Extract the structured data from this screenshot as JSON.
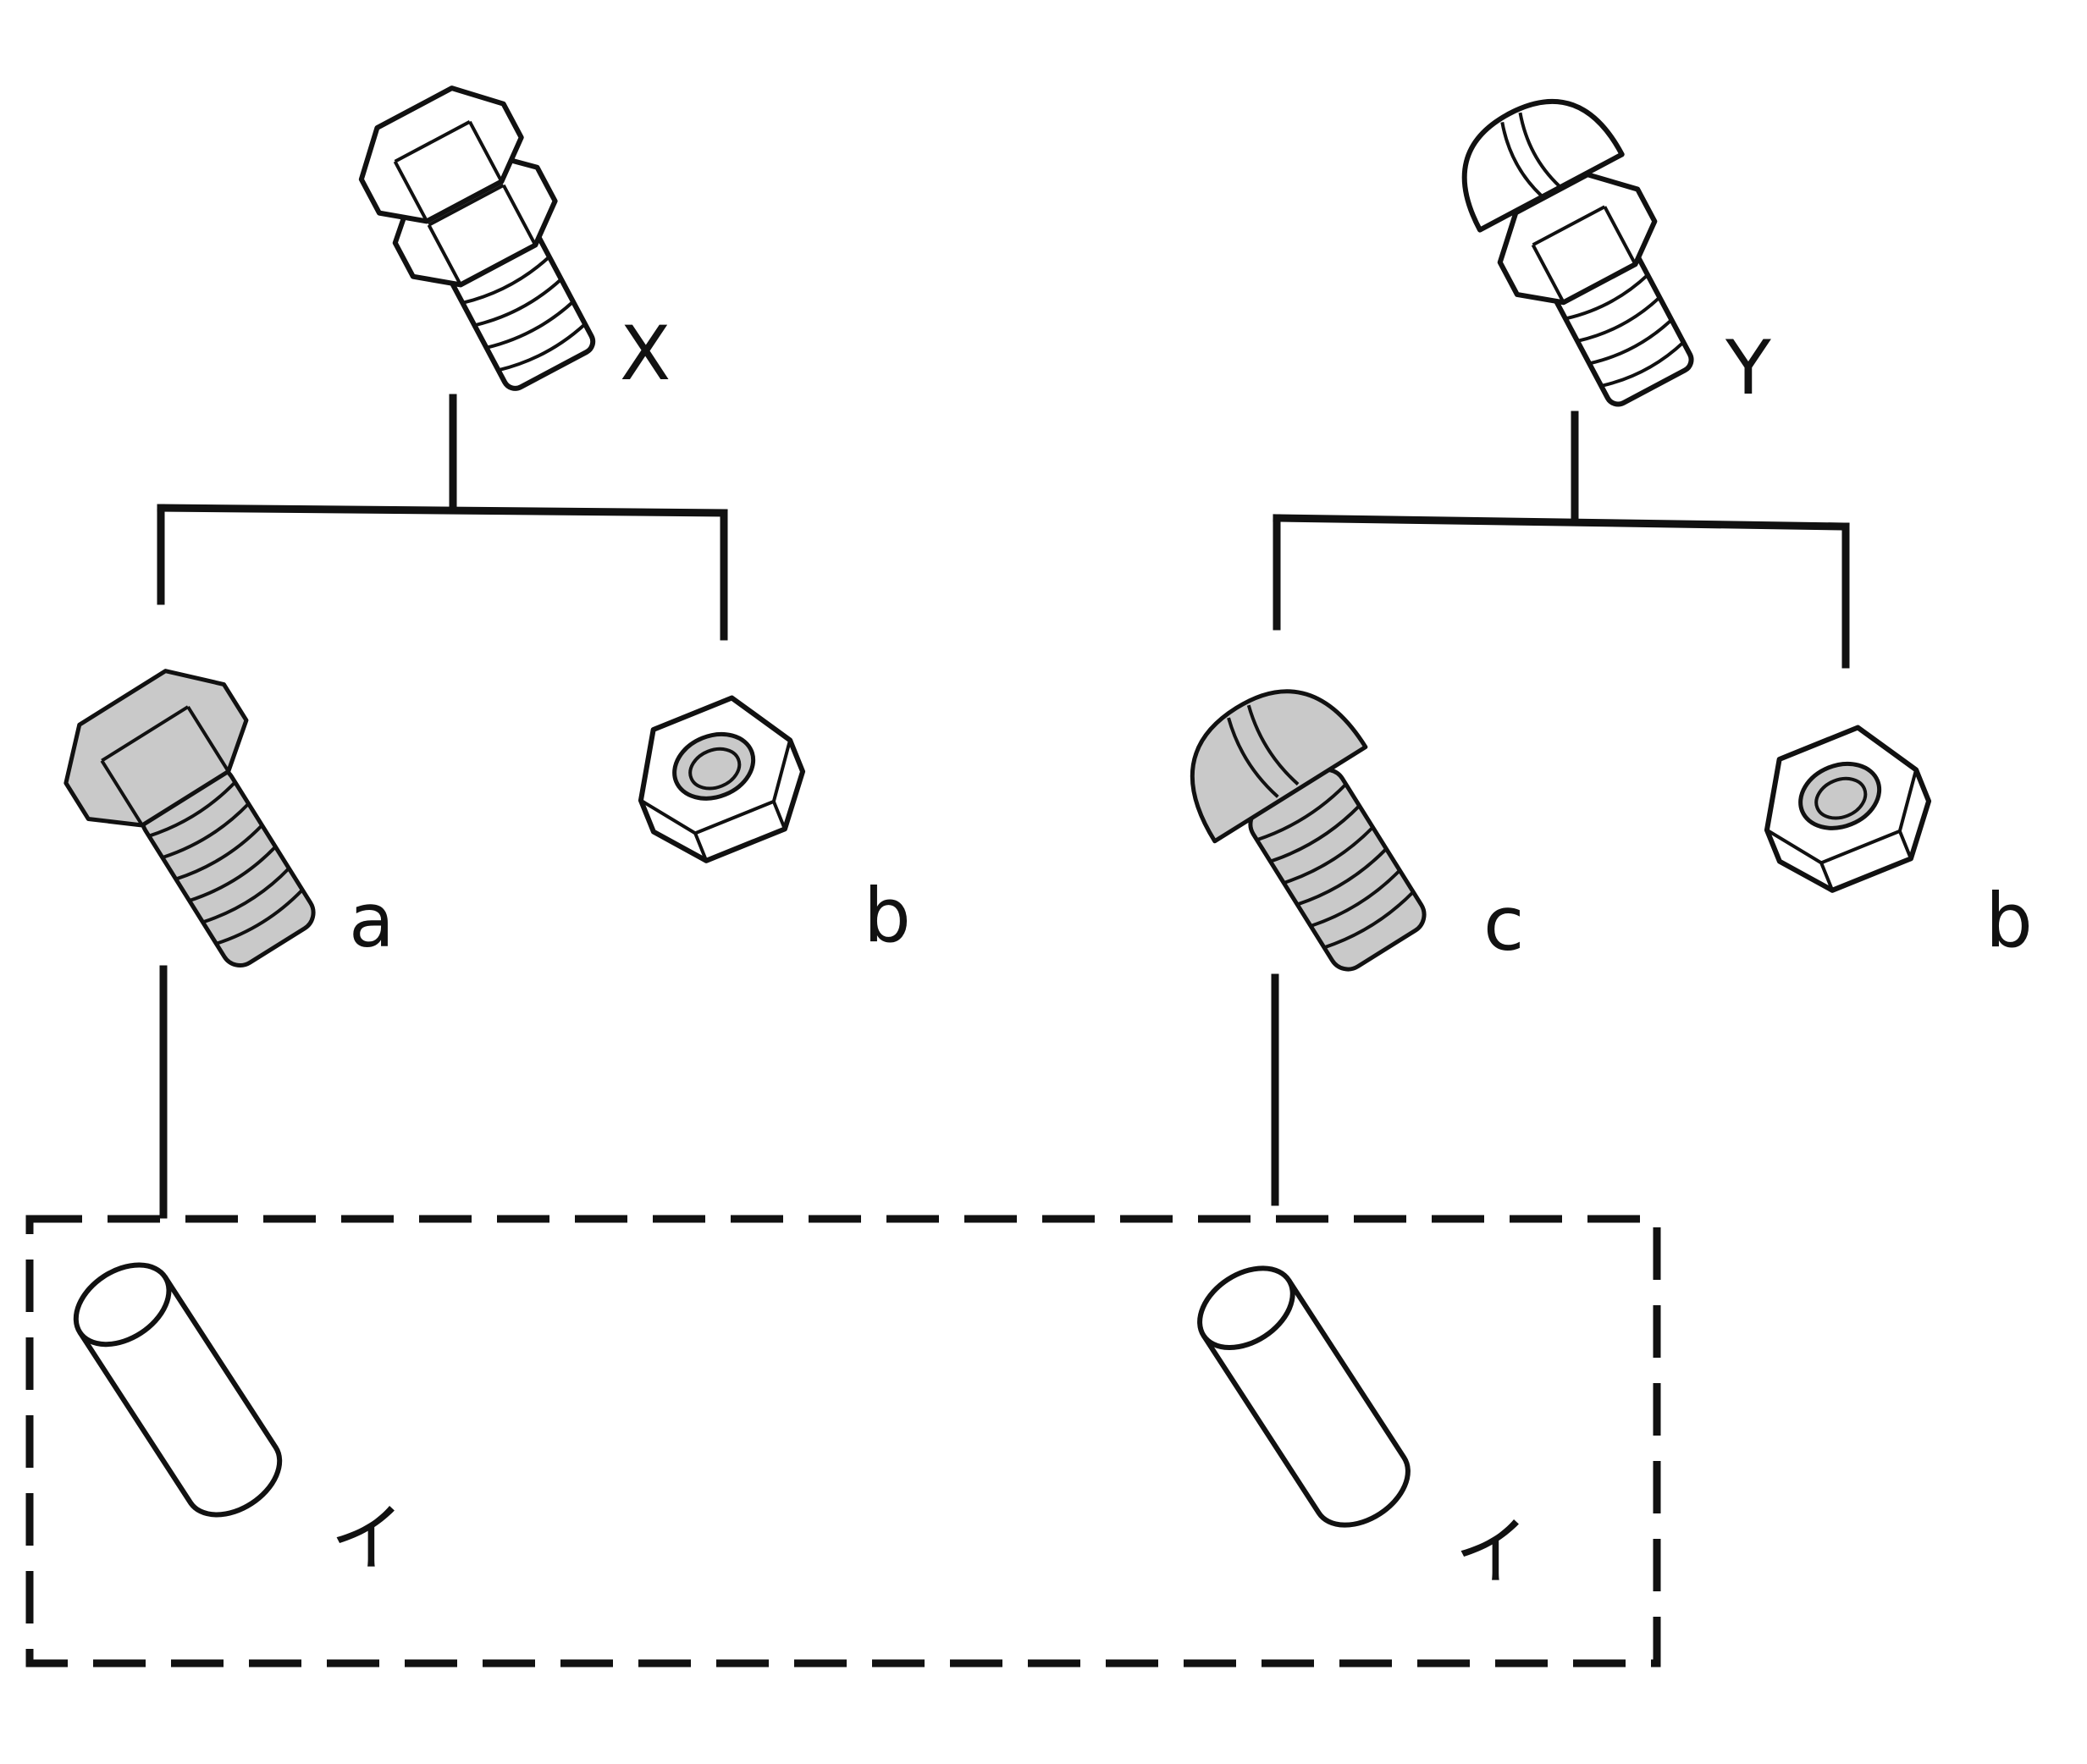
{
  "diagram": {
    "labels": {
      "assembly_x": "X",
      "assembly_y": "Y",
      "part_a": "a",
      "part_b_left": "b",
      "part_c": "c",
      "part_b_right": "b",
      "common_left": "イ",
      "common_right": "イ"
    },
    "icons": {
      "assembly_x": "hex-bolt-with-nut-icon",
      "assembly_y": "round-head-screw-with-nut-icon",
      "part_a": "hex-head-bolt-icon",
      "part_b": "hex-nut-icon",
      "part_c": "round-head-slotted-screw-icon",
      "common": "cylinder-icon"
    },
    "colors": {
      "line": "#111111",
      "fill_shaded": "#c9c9c9",
      "background": "#ffffff"
    }
  }
}
